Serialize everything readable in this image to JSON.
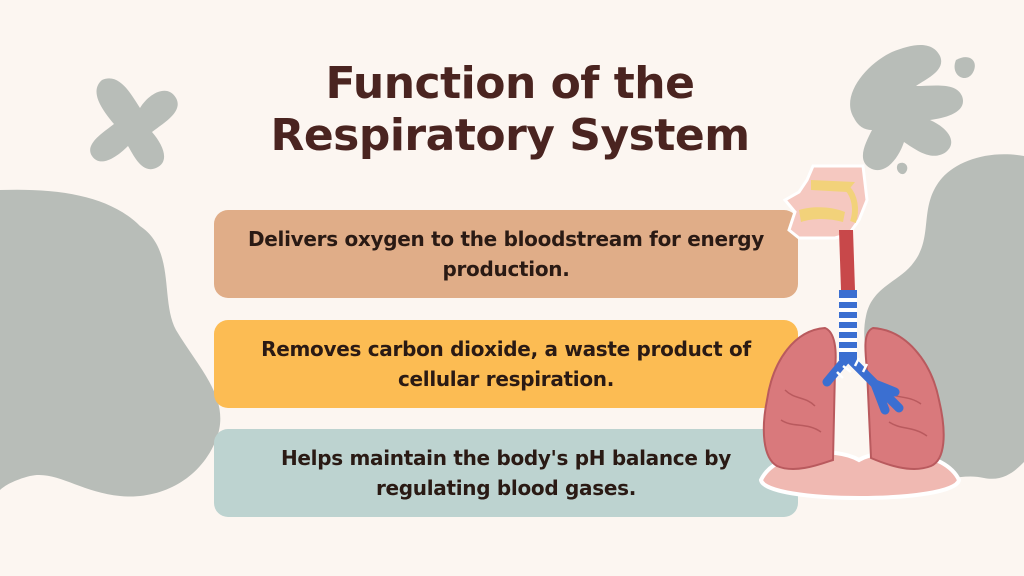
{
  "slide": {
    "title_line1": "Function of the",
    "title_line2": "Respiratory System",
    "points": [
      {
        "line1": "Delivers oxygen to the bloodstream for energy",
        "line2": "production."
      },
      {
        "line1": "Removes carbon dioxide, a waste product of",
        "line2": "cellular respiration."
      },
      {
        "line1": "Helps maintain the body's pH balance by",
        "line2": "regulating blood gases."
      }
    ]
  },
  "colors": {
    "background": "#fcf6f1",
    "title": "#4a2420",
    "card_1": "#e0ad88",
    "card_2": "#fcbc53",
    "card_3": "#bdd3d0",
    "decoration": "#b8bdb8",
    "lung": "#d9797c",
    "trachea_blue": "#3b6fd1"
  },
  "icons": [
    "x-shape-decoration",
    "leaf-blob-decoration",
    "respiratory-system-illustration"
  ]
}
